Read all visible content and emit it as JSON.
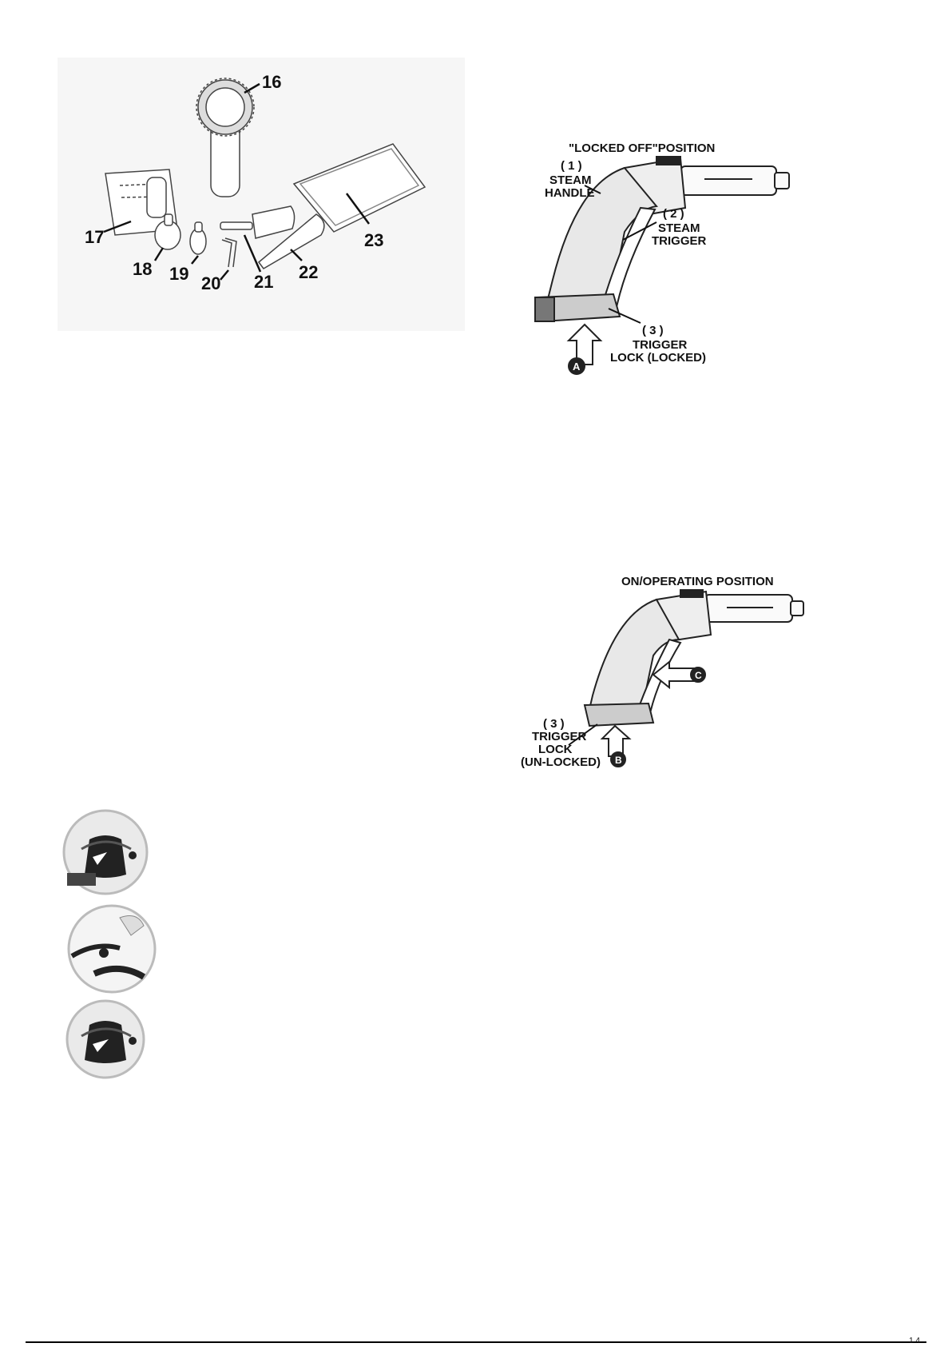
{
  "accessories": {
    "callouts": [
      "16",
      "17",
      "18",
      "19",
      "20",
      "21",
      "22",
      "23"
    ]
  },
  "locked_off": {
    "title": "\"LOCKED OFF\"POSITION",
    "label1_num": "( 1 )",
    "label1_line1": "STEAM",
    "label1_line2": "HANDLE",
    "label2_num": "( 2 )",
    "label2_line1": "STEAM",
    "label2_line2": "TRIGGER",
    "label3_num": "( 3 )",
    "label3_line1": "TRIGGER",
    "label3_line2": "LOCK (LOCKED)",
    "arrow_letter": "A"
  },
  "operating": {
    "title": "ON/OPERATING POSITION",
    "label3_num": "( 3 )",
    "label3_line1": "TRIGGER",
    "label3_line2": "LOCK",
    "label3_line3": "(UN-LOCKED)",
    "arrow_b": "B",
    "arrow_c": "C"
  },
  "footer": {
    "page_mark": "1 4"
  }
}
